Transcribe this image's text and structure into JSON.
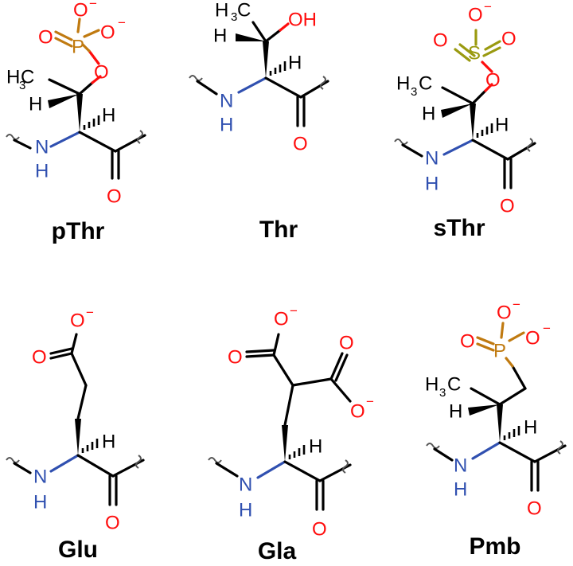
{
  "colors": {
    "carbon": "#000000",
    "oxygen": "#ff0d0d",
    "nitrogen": "#3050b0",
    "phosphorus": "#c07a10",
    "sulfur": "#9a9a10"
  },
  "atoms": {
    "O": "O",
    "OH": "OH",
    "N": "N",
    "H": "H",
    "P": "P",
    "S": "S",
    "C": "C",
    "three": "3",
    "charge_minus": "−"
  },
  "structures": [
    {
      "id": "pthr",
      "label": "pThr"
    },
    {
      "id": "thr",
      "label": "Thr"
    },
    {
      "id": "sthr",
      "label": "sThr"
    },
    {
      "id": "glu",
      "label": "Glu"
    },
    {
      "id": "gla",
      "label": "Gla"
    },
    {
      "id": "pmb",
      "label": "Pmb"
    }
  ]
}
